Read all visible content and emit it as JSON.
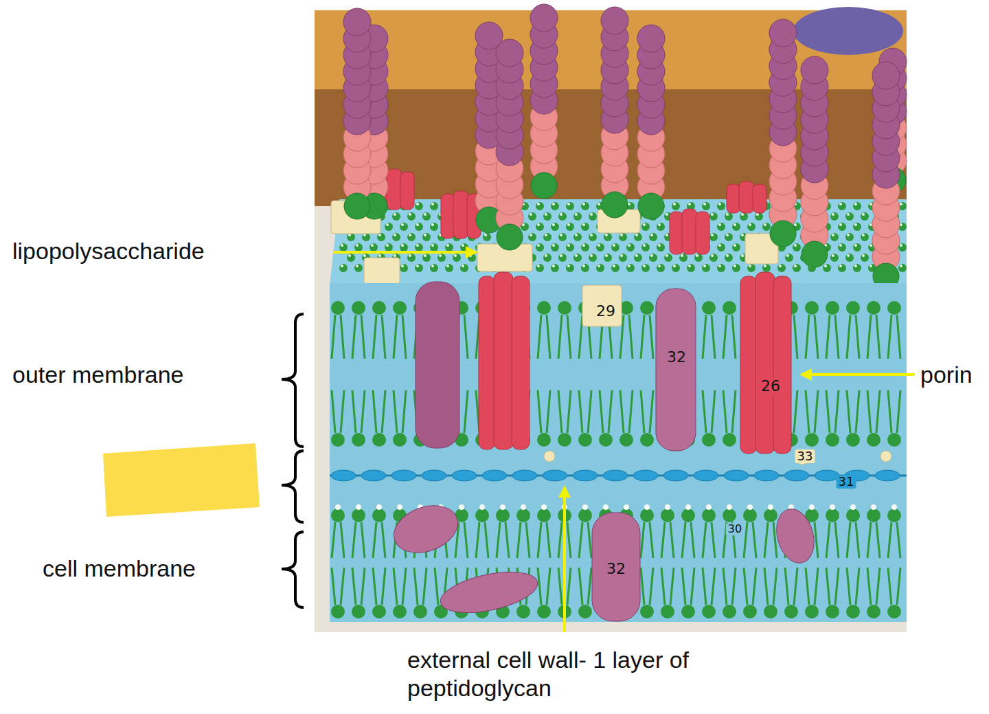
{
  "diagram": {
    "labels": [
      "lipopolysaccharide",
      "29",
      "32",
      "26",
      "porin",
      "outer membrane",
      "33",
      "31",
      "30",
      "cell membrane",
      "32",
      "external cell wall- 1 layer of peptidoglycan"
    ]
  }
}
